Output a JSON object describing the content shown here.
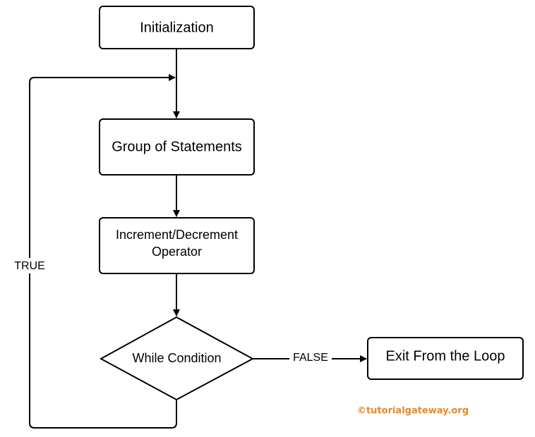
{
  "diagram": {
    "nodes": {
      "initialization": "Initialization",
      "group_of_statements": "Group of Statements",
      "increment_decrement_line1": "Increment/Decrement",
      "increment_decrement_line2": "Operator",
      "while_condition": "While Condition",
      "exit_loop": "Exit From the Loop"
    },
    "edge_labels": {
      "true_label": "TRUE",
      "false_label": "FALSE"
    },
    "watermark": "©tutorialgateway.org"
  },
  "colors": {
    "stroke": "#000000",
    "background": "#ffffff",
    "watermark": "#e08a2e"
  }
}
